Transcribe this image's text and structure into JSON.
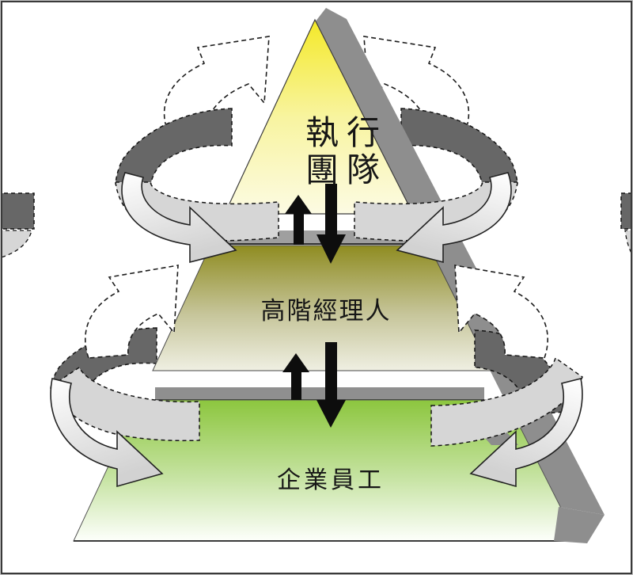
{
  "diagram": {
    "type": "three-tier-pyramid-circulation",
    "tiers": [
      {
        "id": "top",
        "label": "執行團隊",
        "line1": "執行",
        "line2": "團隊",
        "fill_top": "#f4e928",
        "fill_bottom": "#fcfbe4"
      },
      {
        "id": "middle",
        "label": "高階經理人",
        "fill_top": "#8e8b1f",
        "fill_bottom": "#efefe2"
      },
      {
        "id": "bottom",
        "label": "企業員工",
        "fill_top": "#8cc63e",
        "fill_bottom": "#fdfffb"
      }
    ],
    "colors": {
      "shadow_gray": "#8e8e8e",
      "dark_ribbon": "#676767",
      "light_ribbon": "#d6d6d6",
      "arrow_black": "#0d0d0d",
      "white_arrow": "#ffffff",
      "border": "#3a3a3a"
    }
  }
}
